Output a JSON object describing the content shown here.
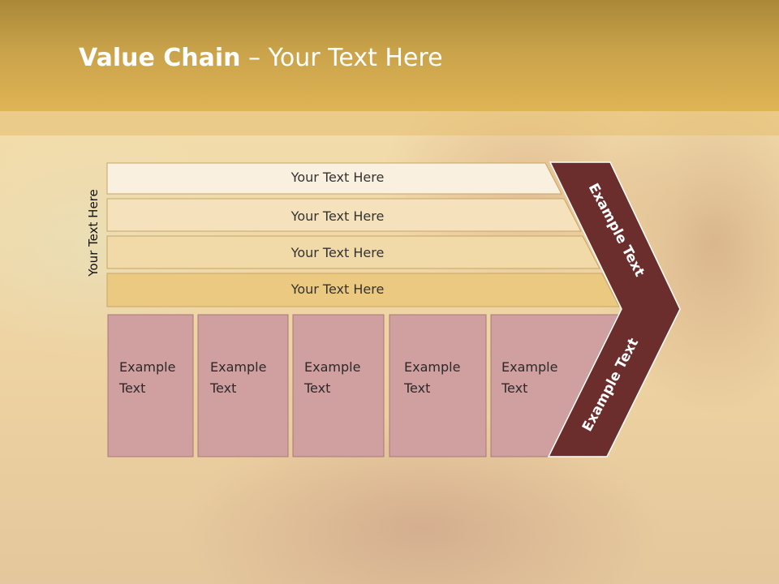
{
  "title": {
    "bold": "Value Chain",
    "rest": " – Your Text Here"
  },
  "side_label": "Your Text Here",
  "support_rows": [
    "Your Text Here",
    "Your Text Here",
    "Your Text Here",
    "Your Text Here"
  ],
  "primary_boxes": [
    {
      "line1": "Example",
      "line2": "Text"
    },
    {
      "line1": "Example",
      "line2": "Text"
    },
    {
      "line1": "Example",
      "line2": "Text"
    },
    {
      "line1": "Example",
      "line2": "Text"
    },
    {
      "line1": "Example",
      "line2": "Text"
    }
  ],
  "chevron_top_label": "Example Text",
  "chevron_bottom_label": "Example Text",
  "colors": {
    "header": "#d4a84c",
    "row_fills": [
      "#faf0e0",
      "#f5e2bd",
      "#f1d9a8",
      "#ebc981"
    ],
    "box_fill": "#d09fa0",
    "chevron_fill": "#6b2e2c"
  }
}
